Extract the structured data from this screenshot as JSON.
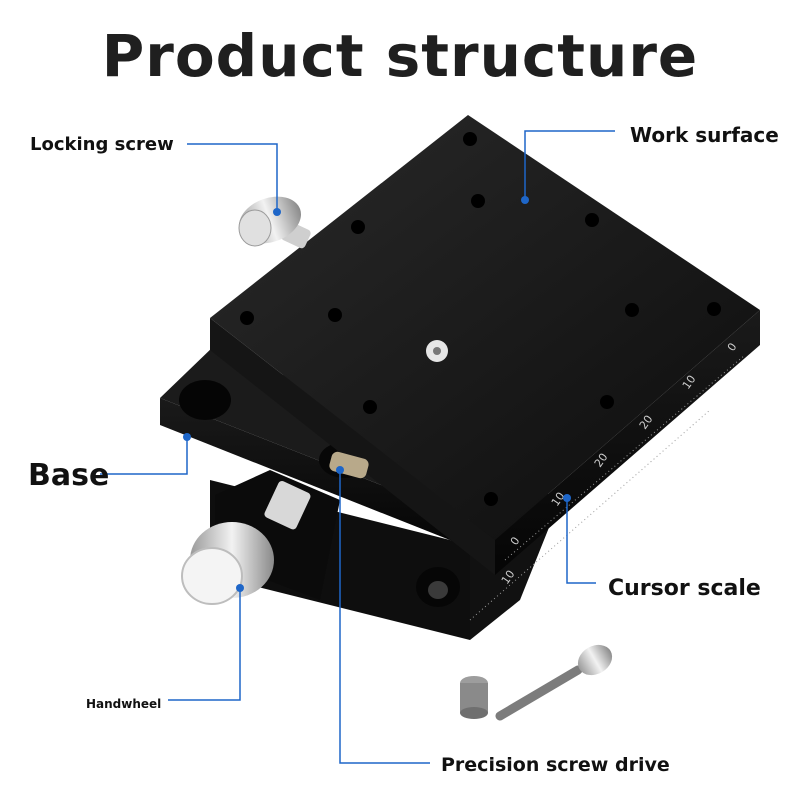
{
  "title": "Product structure",
  "labels": {
    "locking_screw": "Locking screw",
    "work_surface": "Work surface",
    "base": "Base",
    "cursor_scale": "Cursor scale",
    "handwheel": "Handwheel",
    "precision_screw_drive": "Precision screw drive"
  },
  "scale_marks": {
    "top": [
      "0",
      "10",
      "20"
    ],
    "top_lower": [
      "20",
      "10",
      "0"
    ],
    "front": [
      "0",
      "10"
    ],
    "front_lower": [
      "10"
    ]
  },
  "colors": {
    "callout_line": "#1e66c8",
    "callout_dot": "#1e66c8",
    "stage_body": "#141414",
    "title_text": "#1f1f1f"
  }
}
